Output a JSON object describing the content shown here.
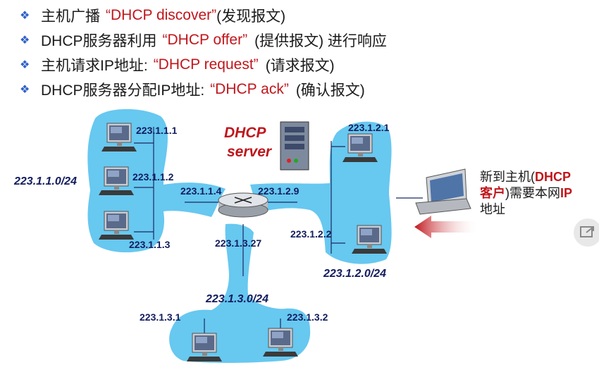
{
  "bullets": [
    {
      "a": "主机广播",
      "b": "“DHCP discover”",
      "c": "(发现报文)"
    },
    {
      "a": "DHCP服务器利用",
      "b": "“DHCP offer”",
      "c": "(提供报文) 进行响应"
    },
    {
      "a": "主机请求IP地址:",
      "b": "“DHCP request”",
      "c": "(请求报文)"
    },
    {
      "a": "DHCP服务器分配IP地址:",
      "b": "“DHCP ack”",
      "c": "(确认报文)"
    }
  ],
  "server": {
    "line1": "DHCP",
    "line2": "server"
  },
  "hosts": {
    "h111": "223.1.1.1",
    "h112": "223.1.1.2",
    "h113": "223.1.1.3",
    "h121": "223.1.2.1",
    "h122": "223.1.2.2",
    "h131": "223.1.3.1",
    "h132": "223.1.3.2"
  },
  "router_ifaces": {
    "r114": "223.1.1.4",
    "r129": "223.1.2.9",
    "r1327": "223.1.3.27"
  },
  "subnets": {
    "s1": "223.1.1.0/24",
    "s2": "223.1.2.0/24",
    "s3": "223.1.3.0/24"
  },
  "new_host": {
    "p1": "新到主机(",
    "p2": "DHCP",
    "p3": "客户",
    "p4": ")需要本网",
    "p5": "IP",
    "p6": "地址"
  },
  "colors": {
    "bullet": "#2f62c6",
    "highlight": "#c0161b",
    "cloud": "#67c8f0",
    "label": "#121c5e"
  }
}
